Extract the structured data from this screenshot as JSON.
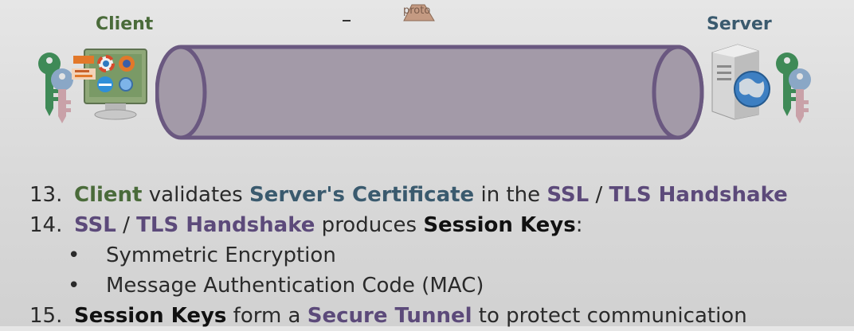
{
  "labels": {
    "client": "Client",
    "server": "Server",
    "top_fragment": "proto"
  },
  "colors": {
    "client": "#4a6b3a",
    "server": "#3a5a6e",
    "ssl_tls": "#5c4a7a",
    "tunnel_fill": "#a39aa8",
    "tunnel_stroke": "#6a5880",
    "key_green": "#3f8a57",
    "key_blue": "#8aa7c6",
    "key_pink": "#c9a1a8"
  },
  "icons": [
    "key-pair-icon",
    "computer-browsers-icon",
    "server-globe-icon",
    "tunnel-shape"
  ],
  "steps": [
    {
      "num": "13.",
      "segments": [
        {
          "text": "Client",
          "style": "client"
        },
        {
          "text": " validates ",
          "style": "plain"
        },
        {
          "text": "Server's Certificate",
          "style": "server"
        },
        {
          "text": " in the ",
          "style": "plain"
        },
        {
          "text": "SSL",
          "style": "ssl"
        },
        {
          "text": " / ",
          "style": "plain"
        },
        {
          "text": "TLS Handshake",
          "style": "ssl"
        }
      ]
    },
    {
      "num": "14.",
      "segments": [
        {
          "text": "SSL",
          "style": "ssl"
        },
        {
          "text": " / ",
          "style": "plain"
        },
        {
          "text": "TLS Handshake",
          "style": "ssl"
        },
        {
          "text": " produces ",
          "style": "plain"
        },
        {
          "text": "Session Keys",
          "style": "bold"
        },
        {
          "text": ":",
          "style": "plain"
        }
      ],
      "bullets": [
        "Symmetric Encryption",
        "Message Authentication Code (MAC)"
      ]
    },
    {
      "num": "15.",
      "segments": [
        {
          "text": "Session Keys",
          "style": "bold"
        },
        {
          "text": " form a ",
          "style": "plain"
        },
        {
          "text": "Secure Tunnel",
          "style": "ssl"
        },
        {
          "text": " to protect communication",
          "style": "plain"
        }
      ]
    }
  ]
}
